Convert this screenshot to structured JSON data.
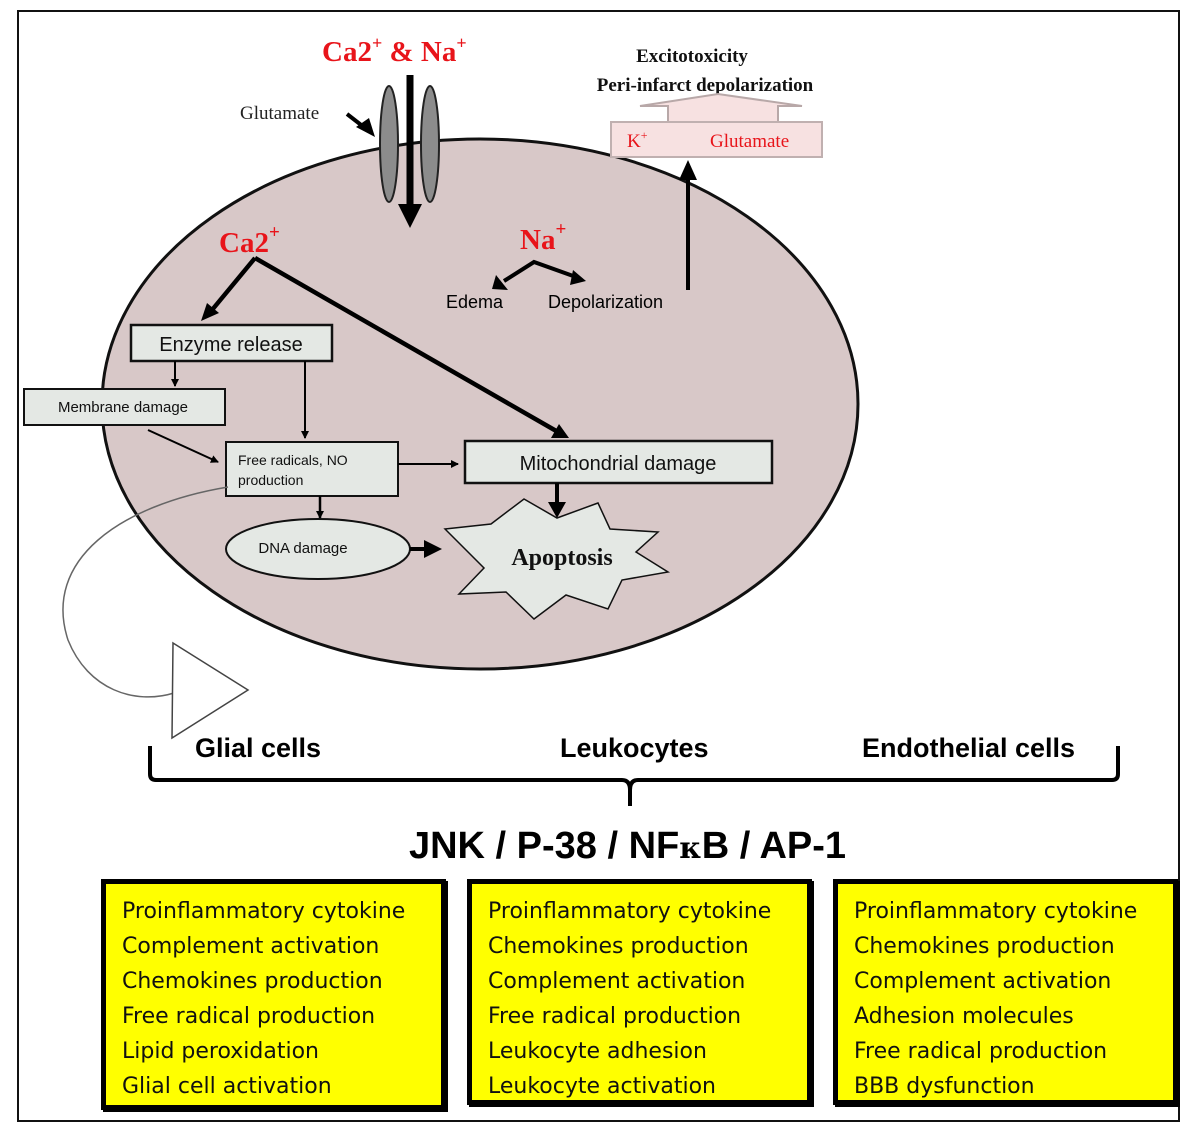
{
  "ions_top": {
    "ca": "Ca2",
    "sup1": "+",
    "amp": " & Na",
    "sup2": "+"
  },
  "glutamate_label": "Glutamate",
  "excitotoxicity": "Excitotoxicity",
  "peri_infarct": "Peri-infarct depolarization",
  "release_box": {
    "k": "K",
    "k_sup": "+",
    "glutamate": "Glutamate"
  },
  "ca_inside": {
    "base": "Ca2",
    "sup": "+"
  },
  "na_inside": {
    "base": "Na",
    "sup": "+"
  },
  "edema": "Edema",
  "depolarization": "Depolarization",
  "enzyme_release": "Enzyme release",
  "membrane_damage": "Membrane damage",
  "free_radicals_line1": "Free radicals, NO",
  "free_radicals_line2": "production",
  "mito_damage": "Mitochondrial damage",
  "dna_damage": "DNA damage",
  "apoptosis": "Apoptosis",
  "cells": {
    "glial": "Glial cells",
    "leukocytes": "Leukocytes",
    "endothelial": "Endothelial cells"
  },
  "pathway": {
    "pre": "JNK / P-38 / NF",
    "kappa": "κ",
    "post": "B / AP-1"
  },
  "boxes": {
    "glial": [
      "Proinflammatory cytokine",
      "Complement activation",
      "Chemokines production",
      "Free radical production",
      "Lipid peroxidation",
      "Glial cell activation"
    ],
    "leukocytes": [
      "Proinflammatory cytokine",
      "Chemokines production",
      "Complement activation",
      "Free radical production",
      "Leukocyte adhesion",
      "Leukocyte activation"
    ],
    "endothelial": [
      "Proinflammatory cytokine",
      "Chemokines production",
      "Complement activation",
      "Adhesion molecules",
      "Free radical production",
      "BBB dysfunction"
    ]
  },
  "colors": {
    "cell_fill": "#d8c8c8",
    "ion_red": "#e8141a",
    "box_fill": "#e4e8e4",
    "highlight": "#ffff00",
    "release_fill": "#f7e1e1"
  }
}
